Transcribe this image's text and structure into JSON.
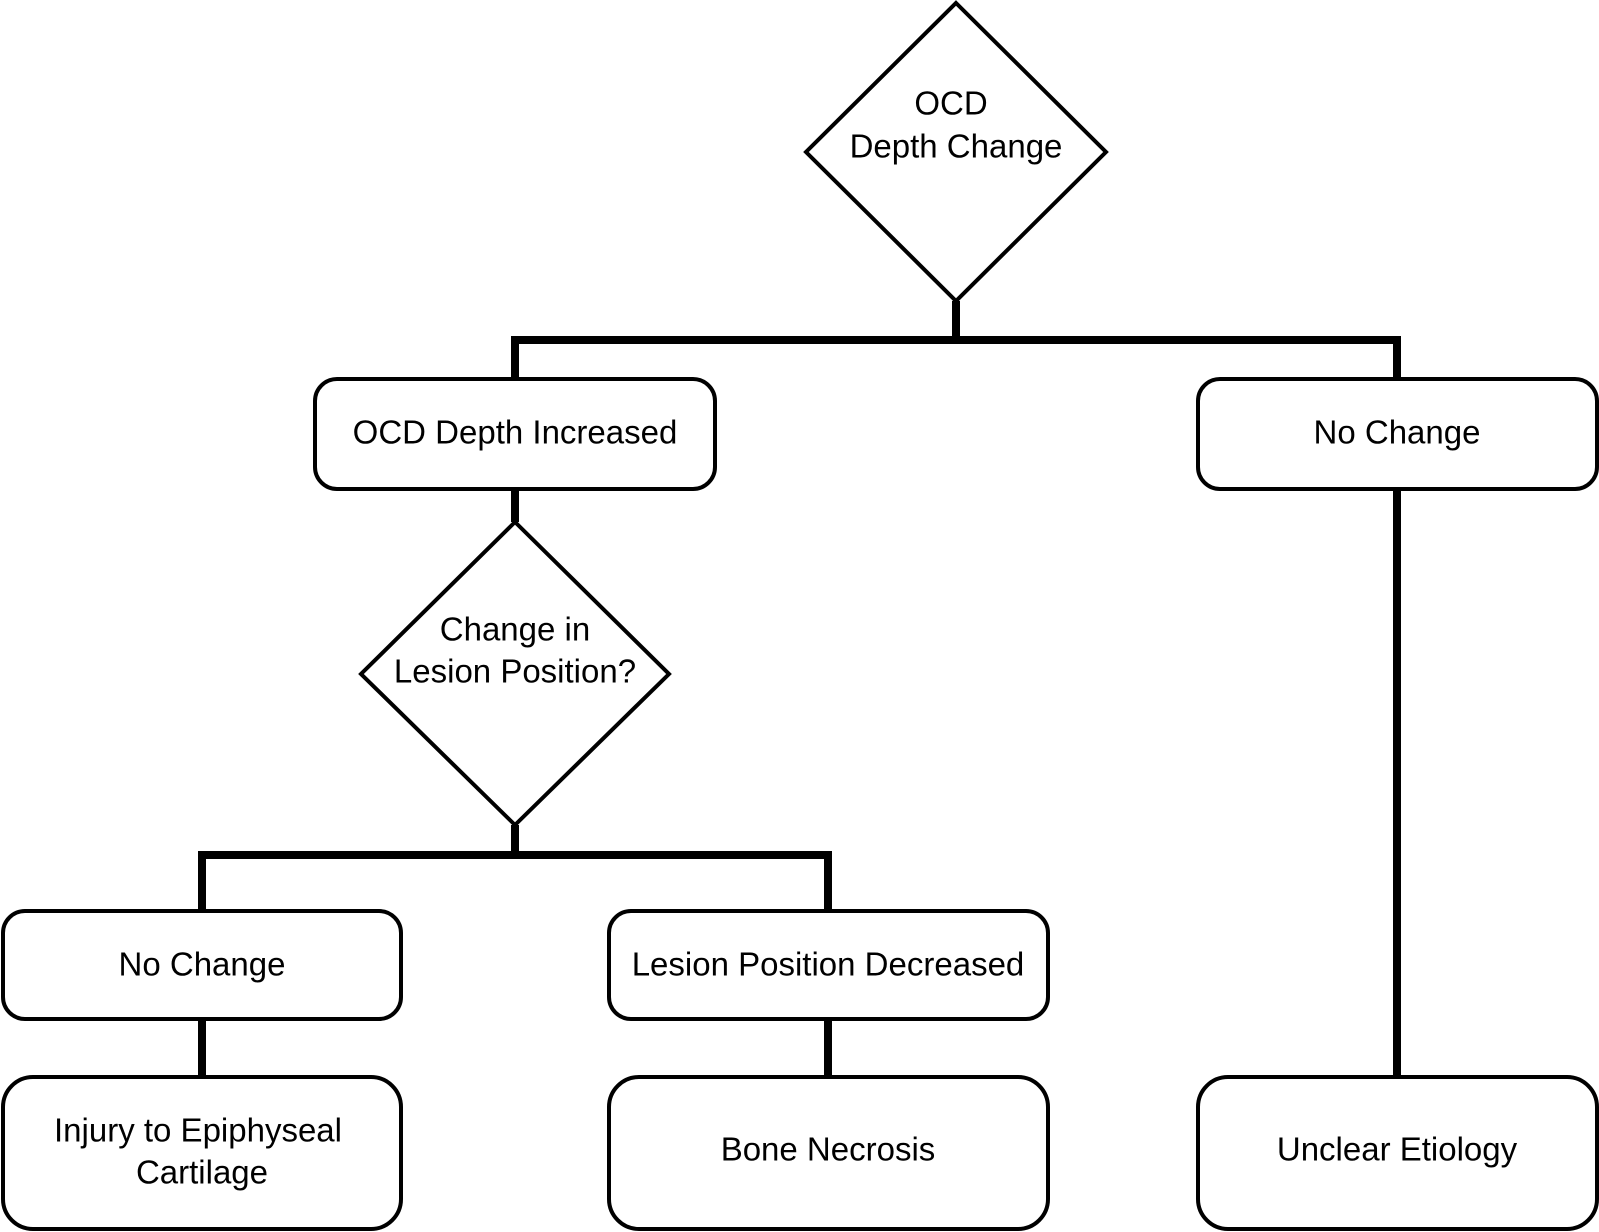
{
  "root": {
    "line1": "OCD",
    "line2": "Depth Change"
  },
  "branch_increased": {
    "label": "OCD Depth Increased"
  },
  "branch_no_change": {
    "label": "No Change"
  },
  "lesion_decision": {
    "line1": "Change in",
    "line2": "Lesion Position?"
  },
  "lesion_no_change": {
    "label": "No Change"
  },
  "lesion_decreased": {
    "label": "Lesion Position Decreased"
  },
  "outcome_injury": {
    "line1": "Injury to Epiphyseal",
    "line2": "Cartilage"
  },
  "outcome_necrosis": {
    "label": "Bone Necrosis"
  },
  "outcome_unclear": {
    "label": "Unclear Etiology"
  }
}
